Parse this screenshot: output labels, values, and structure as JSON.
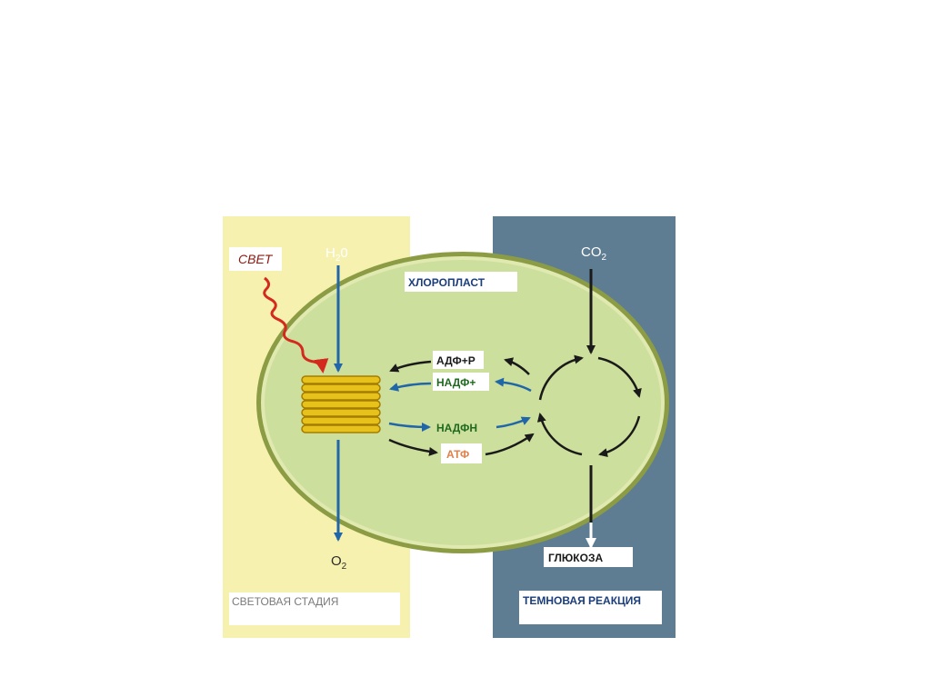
{
  "labels": {
    "light": "СВЕТ",
    "water_main": "H",
    "water_sub": "2",
    "water_tail": "0",
    "oxygen_main": "O",
    "oxygen_sub": "2",
    "co2_main": "CO",
    "co2_sub": "2",
    "chloroplast": "ХЛОРОПЛАСТ",
    "adp": "АДФ+Р",
    "nadp": "НАДФ+",
    "nadph": "НАДФН",
    "atp": "АТФ",
    "glucose": "ГЛЮКОЗА",
    "light_stage": "СВЕТОВАЯ СТАДИЯ",
    "dark_reaction": "ТЕМНОВАЯ РЕАКЦИЯ"
  },
  "colors": {
    "light_panel": "#f7f1b0",
    "dark_panel": "#5f7d92",
    "chloroplast_fill": "#cddf9c",
    "chloroplast_rim": "#8c9c45",
    "thylakoid": "#e6c21a",
    "arrow_blue": "#2166a8",
    "arrow_black": "#1a1a1a",
    "light_ray": "#d42a1e",
    "light_text": "#8b1a12",
    "green_text": "#1f6a1f",
    "atp_text": "#e0804a"
  }
}
